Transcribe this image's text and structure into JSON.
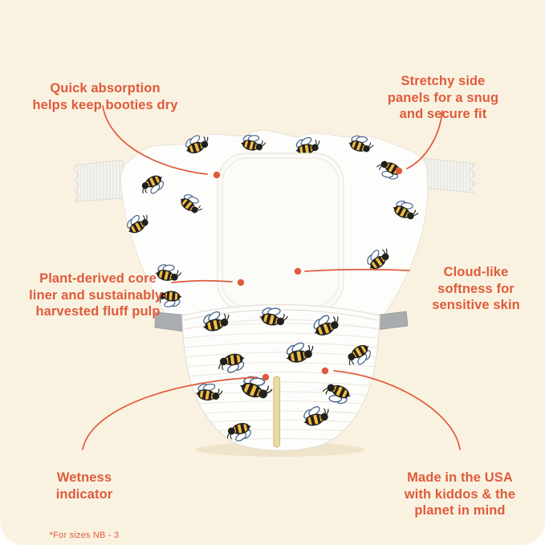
{
  "page": {
    "background": "#FAF2E1",
    "accent": "#DF5B3B"
  },
  "callouts": [
    {
      "id": "quick-absorption",
      "text": "Quick absorption\nhelps keep booties dry"
    },
    {
      "id": "stretchy-side-panels",
      "text": "Stretchy side\npanels for a snug\nand secure fit"
    },
    {
      "id": "plant-derived-core",
      "text": "Plant-derived core\nliner and sustainably-\nharvested fluff pulp"
    },
    {
      "id": "cloud-like-softness",
      "text": "Cloud-like\nsoftness for\nsensitive skin"
    },
    {
      "id": "wetness-indicator",
      "text": "Wetness\nindicator",
      "footnote": "*For sizes NB - 3"
    },
    {
      "id": "made-in-usa",
      "text": "Made in the USA\nwith kiddos & the\nplanet in mind"
    }
  ],
  "illustration": {
    "colors": {
      "diaper_white": "#FDFDFB",
      "bee_yellow": "#F5BB3D",
      "bee_black": "#20201E",
      "wing_outline_blue": "#41618C",
      "fastener_gray": "#A9ADB0",
      "wetness_stripe_yellow": "#EADBA4"
    }
  }
}
